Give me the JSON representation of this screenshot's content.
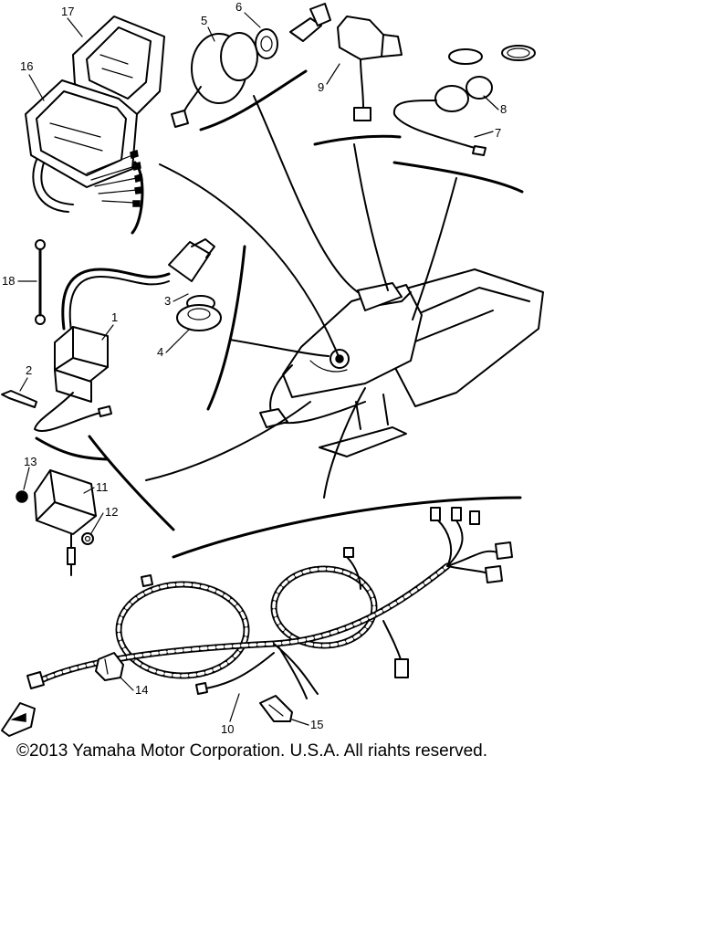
{
  "labels": {
    "p1": "1",
    "p2": "2",
    "p3": "3",
    "p4": "4",
    "p5": "5",
    "p6": "6",
    "p7": "7",
    "p8": "8",
    "p9": "9",
    "p10": "10",
    "p11": "11",
    "p12": "12",
    "p13": "13",
    "p14": "14",
    "p15": "15",
    "p16": "16",
    "p17": "17",
    "p18": "18"
  },
  "footer": {
    "copyright": "©2013 Yamaha Motor Corporation. U.S.A. All riahts reserved."
  },
  "colors": {
    "ink": "#000000",
    "paper": "#ffffff"
  }
}
